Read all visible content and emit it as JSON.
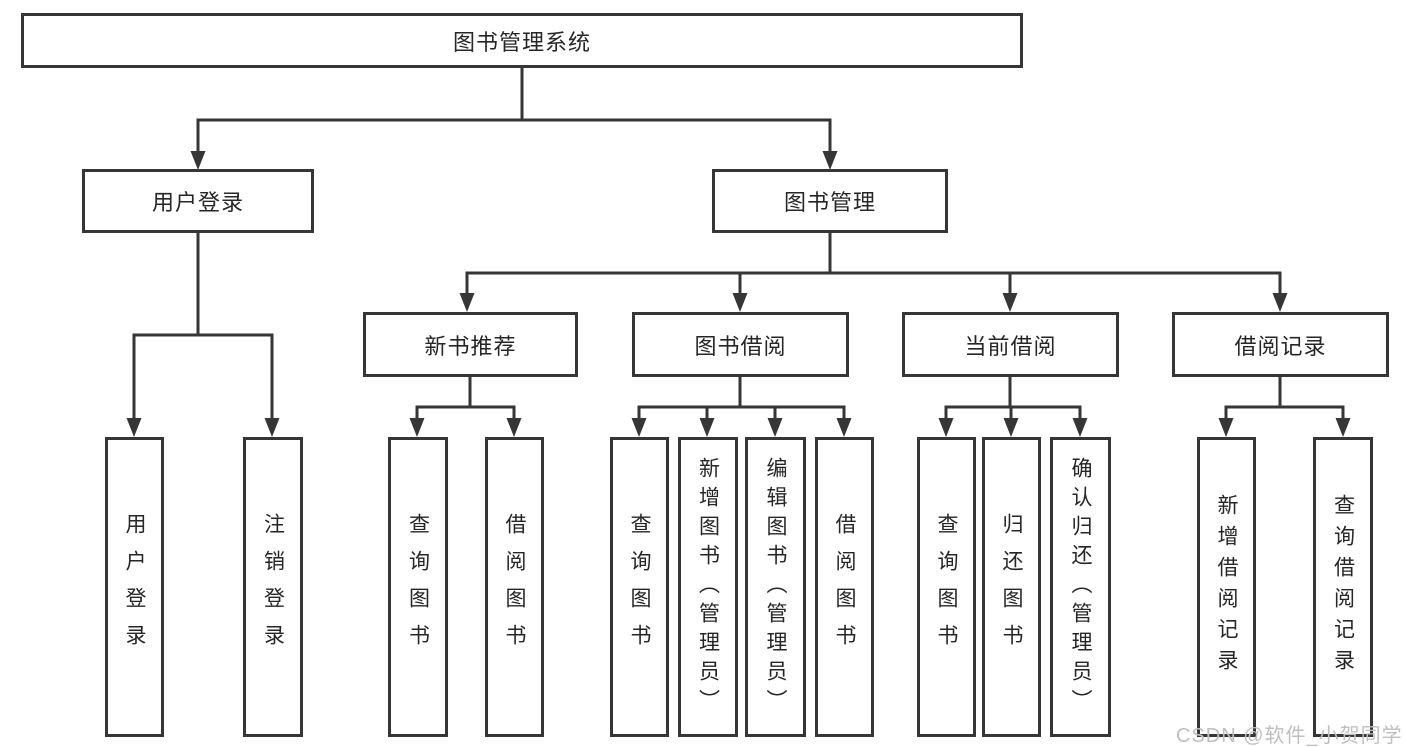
{
  "diagram": {
    "root": {
      "label": "图书管理系统"
    },
    "level1": [
      {
        "label": "用户登录"
      },
      {
        "label": "图书管理"
      }
    ],
    "level2": [
      {
        "label": "新书推荐"
      },
      {
        "label": "图书借阅"
      },
      {
        "label": "当前借阅"
      },
      {
        "label": "借阅记录"
      }
    ],
    "leaves": [
      {
        "label": "用户登录"
      },
      {
        "label": "注销登录"
      },
      {
        "label": "查询图书"
      },
      {
        "label": "借阅图书"
      },
      {
        "label": "查询图书"
      },
      {
        "label": "新增图书（管理员）"
      },
      {
        "label": "编辑图书（管理员）"
      },
      {
        "label": "借阅图书"
      },
      {
        "label": "查询图书"
      },
      {
        "label": "归还图书"
      },
      {
        "label": "确认归还（管理员）"
      },
      {
        "label": "新增借阅记录"
      },
      {
        "label": "查询借阅记录"
      }
    ]
  },
  "watermark": {
    "text": "CSDN @软件_小贺同学"
  },
  "colors": {
    "line": "#363636",
    "text": "#262626",
    "background": "#ffffff",
    "watermark": "#bfbfbf"
  }
}
